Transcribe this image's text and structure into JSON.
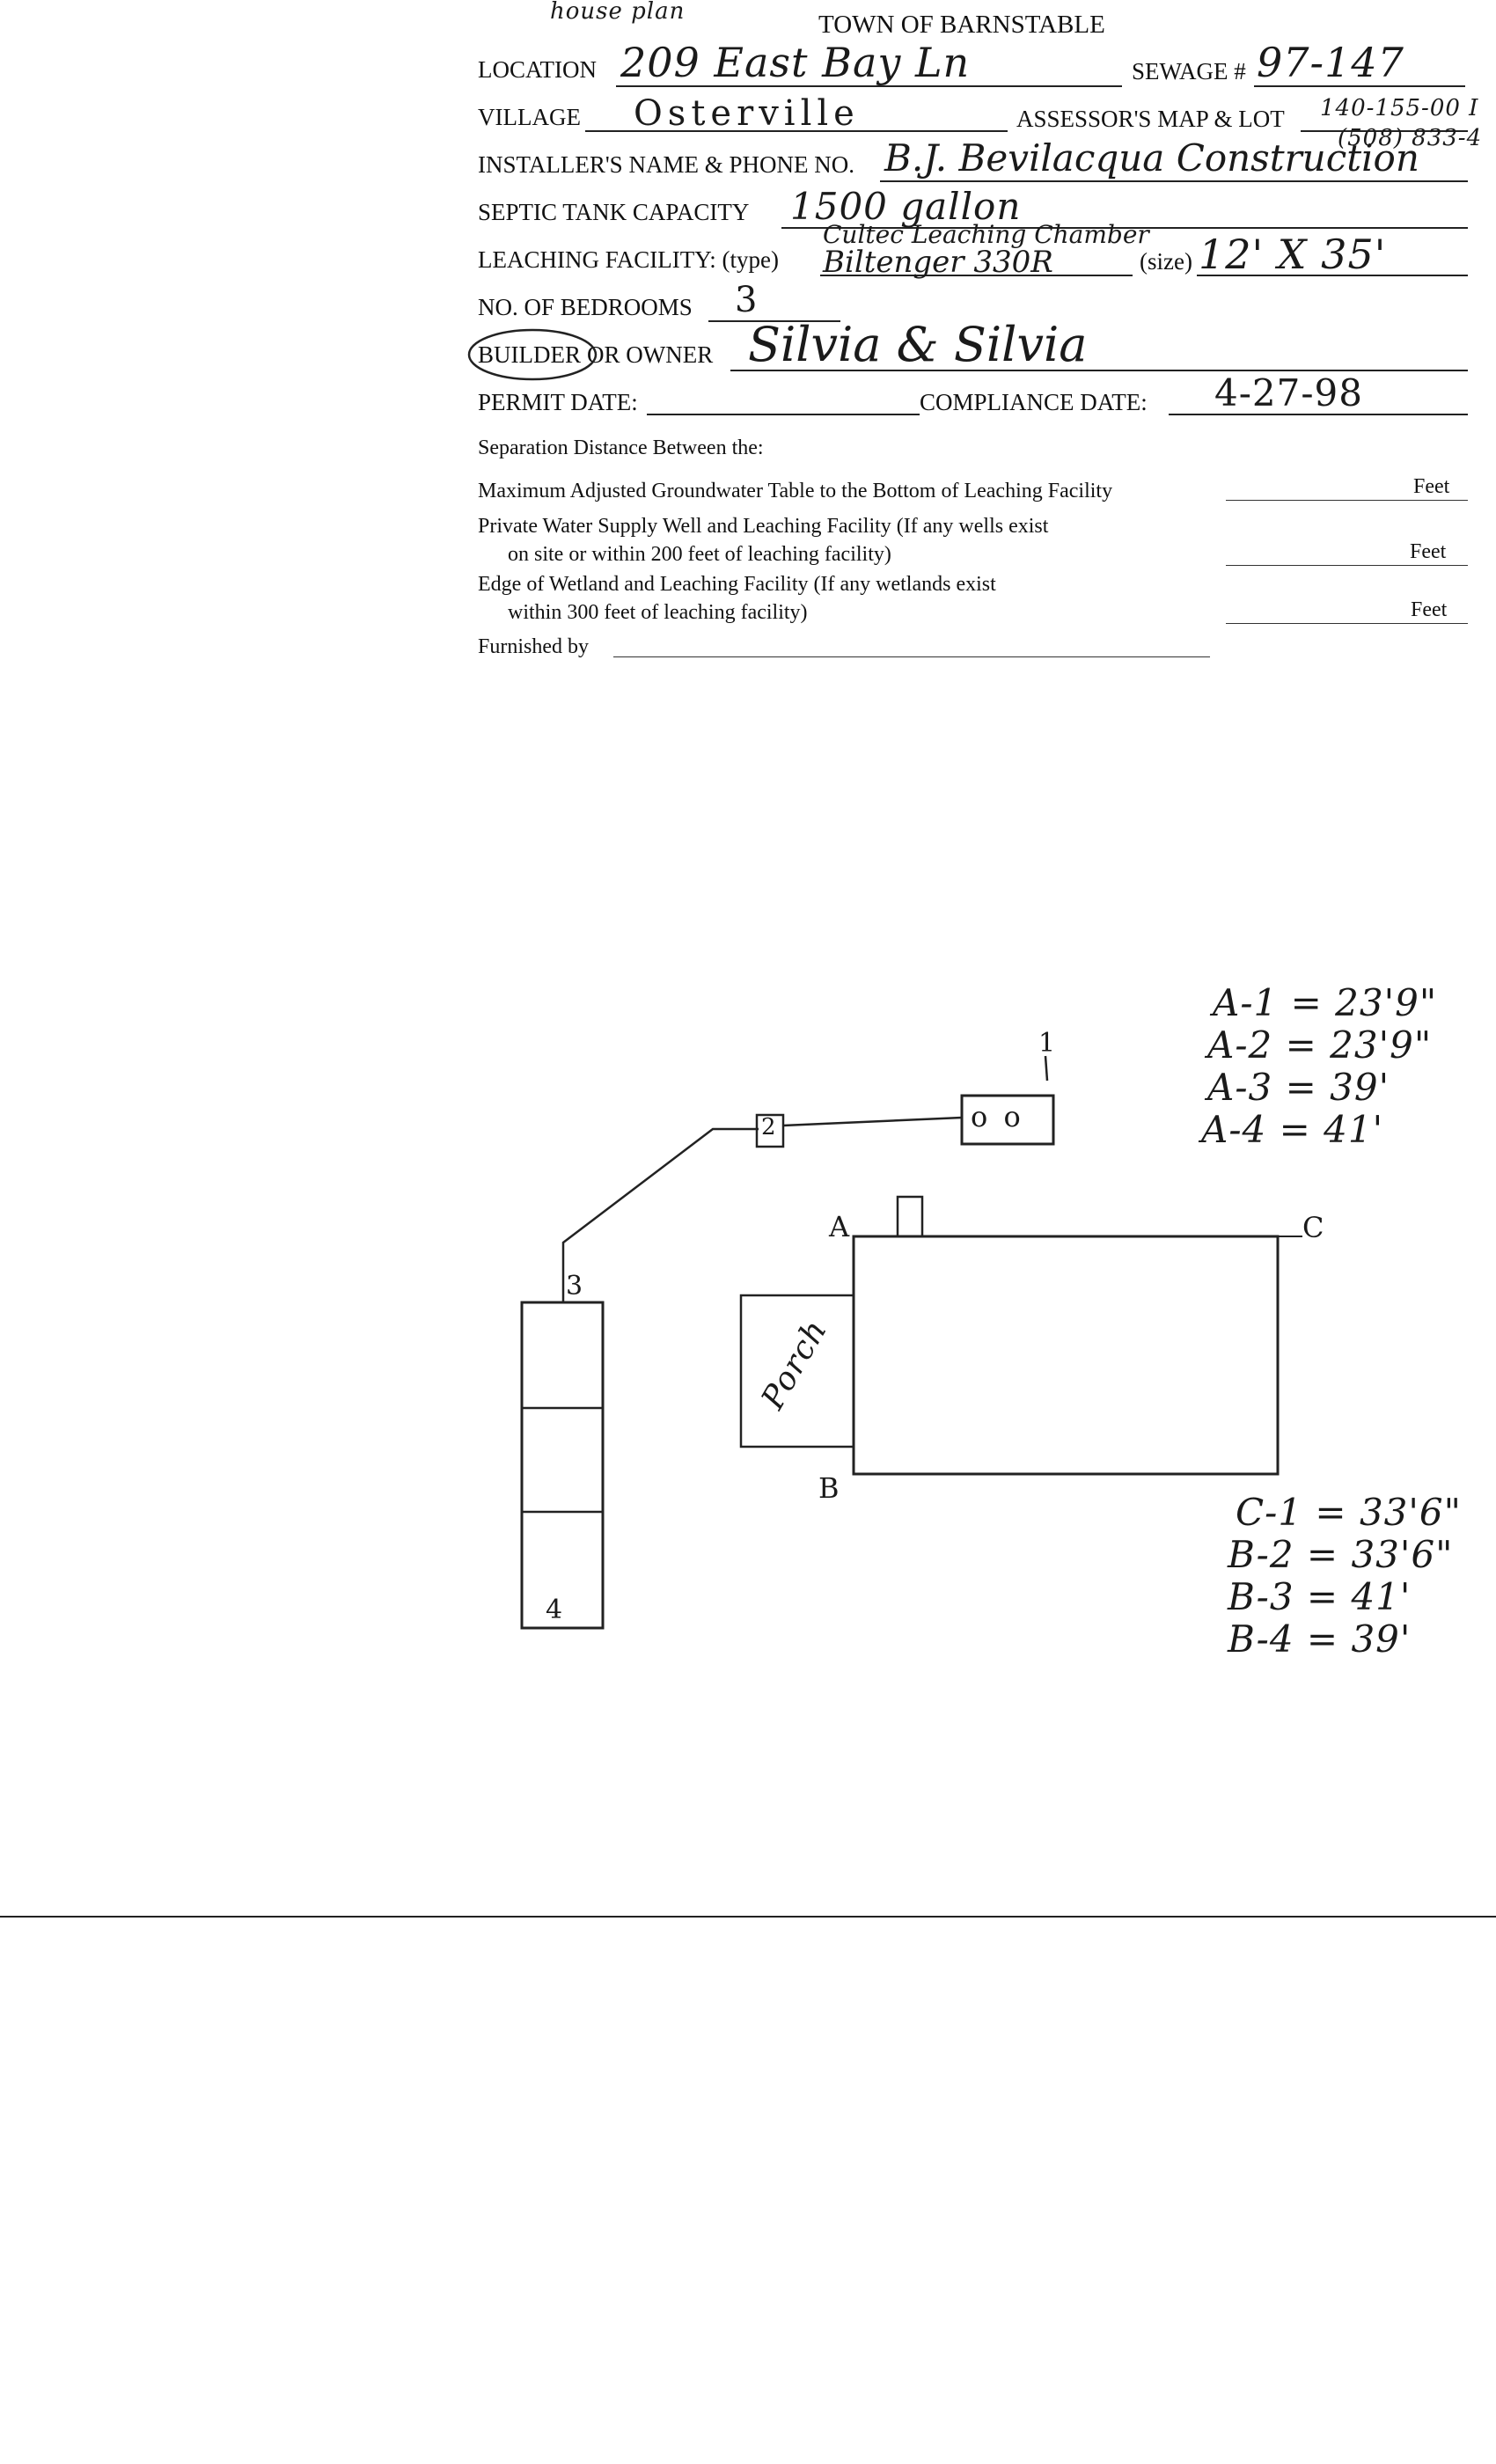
{
  "form": {
    "title": "TOWN OF BARNSTABLE",
    "top_note": "house plan",
    "location_label": "LOCATION",
    "location_value": "209 East Bay Ln",
    "sewage_label": "SEWAGE #",
    "sewage_value": "97-147",
    "village_label": "VILLAGE",
    "village_value": "Osterville",
    "assessor_label": "ASSESSOR'S MAP & LOT",
    "assessor_value": "140-155-00 I",
    "installer_label": "INSTALLER'S NAME & PHONE NO.",
    "installer_phone": "(508) 833-4",
    "installer_value": "B.J. Bevilacqua Construction",
    "septic_label": "SEPTIC TANK CAPACITY",
    "septic_value": "1500 gallon",
    "leaching_label": "LEACHING FACILITY: (type)",
    "leaching_type_line1": "Cultec Leaching Chamber",
    "leaching_type_line2": "Biltenger 330R",
    "size_label": "(size)",
    "size_value": "12' X 35'",
    "bedrooms_label": "NO. OF BEDROOMS",
    "bedrooms_value": "3",
    "builder_label": "BUILDER",
    "owner_label": "OR OWNER",
    "builder_value": "Silvia & Silvia",
    "permit_label": "PERMIT DATE:",
    "permit_value": "",
    "compliance_label": "COMPLIANCE DATE:",
    "compliance_value": "4-27-98",
    "separation_heading": "Separation Distance Between the:",
    "sep1": "Maximum Adjusted Groundwater Table to the Bottom of Leaching Facility",
    "sep2_line1": "Private Water Supply Well and Leaching Facility  (If any wells exist",
    "sep2_line2": "on site or within 200 feet of leaching facility)",
    "sep3_line1": "Edge of Wetland and Leaching Facility (If any wetlands exist",
    "sep3_line2": "within 300 feet of leaching facility)",
    "feet_label": "Feet",
    "furnished_label": "Furnished by"
  },
  "sketch": {
    "porch_label": "Porch",
    "label_1": "1",
    "label_2": "2",
    "label_3": "3",
    "label_4": "4",
    "corner_a": "A",
    "corner_b": "B",
    "corner_c": "C",
    "tank_marks": "o o",
    "measurements_a": [
      "A-1 = 23'9\"",
      "A-2 = 23'9\"",
      "A-3 =  39'",
      "A-4 =  41'"
    ],
    "measurements_b": [
      "C-1 = 33'6\"",
      "B-2 = 33'6\"",
      "B-3 =  41'",
      "B-4 =  39'"
    ]
  }
}
